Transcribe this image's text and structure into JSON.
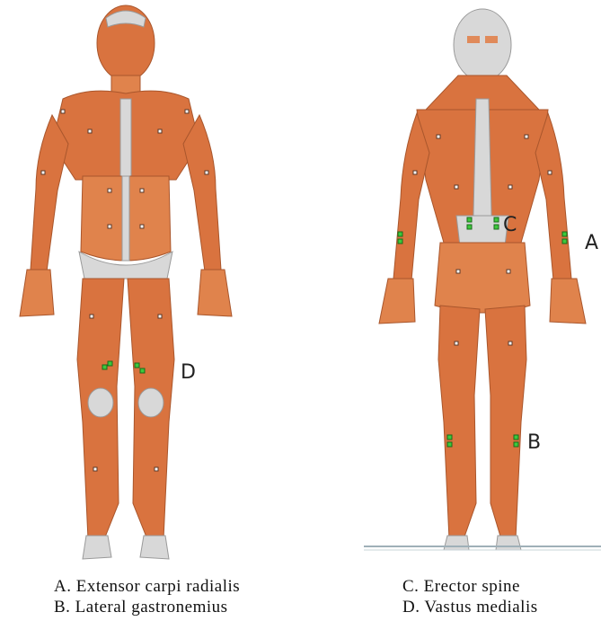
{
  "markers": {
    "a": "A",
    "b": "B",
    "c": "C",
    "d": "D"
  },
  "captions": {
    "left": [
      "A. Extensor carpi radialis",
      "B. Lateral gastronemius"
    ],
    "right": [
      "C. Erector spine",
      "D. Vastus medialis"
    ]
  },
  "colors": {
    "muscle": "#d9733f",
    "tendon": "#d8d8d8",
    "electrode": "#3cc83c"
  }
}
